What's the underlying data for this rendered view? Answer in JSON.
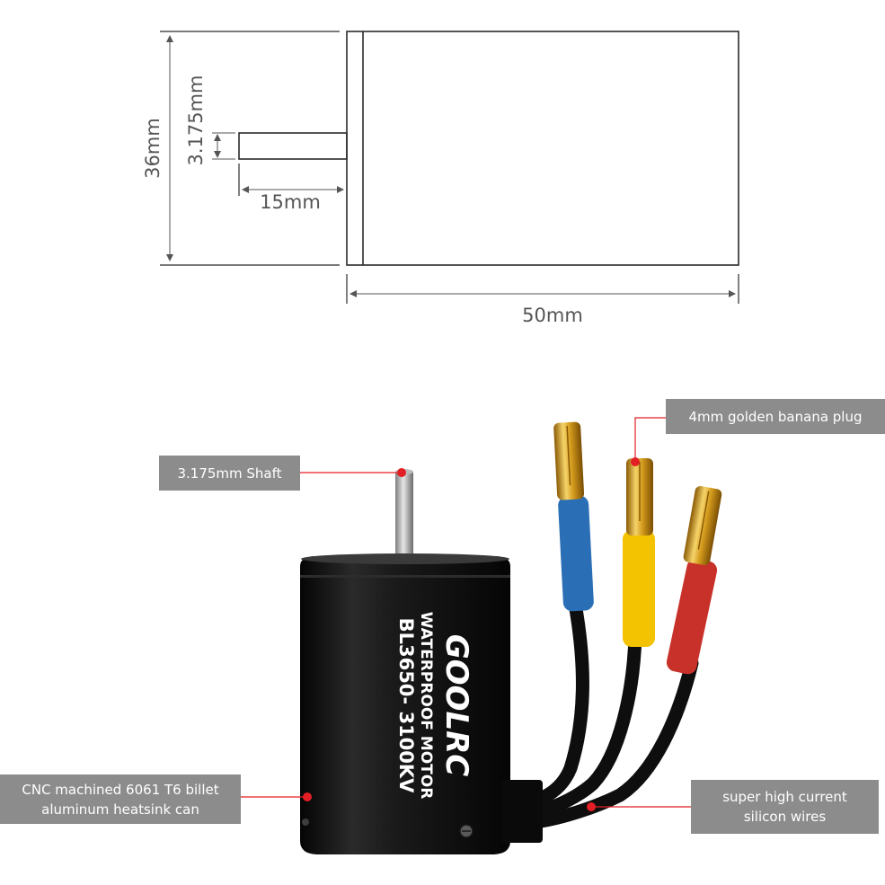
{
  "dimensions": {
    "height_label": "36mm",
    "shaft_diameter_label": "3.175mm",
    "shaft_length_label": "15mm",
    "body_length_label": "50mm"
  },
  "callouts": {
    "shaft": "3.175mm Shaft",
    "plug": "4mm golden banana plug",
    "can_line1": "CNC machined 6061 T6 billet",
    "can_line2": "aluminum heatsink can",
    "wires_line1": "super high current",
    "wires_line2": "silicon wires"
  },
  "motor_label": {
    "brand": "GOOLRC",
    "line1": "WATERPROOF MOTOR",
    "line2": "BL3650- 3100KV"
  },
  "colors": {
    "callout_bg": "#8c8c8c",
    "callout_dot": "#e31e24",
    "wire_blue": "#2a6fb5",
    "wire_yellow": "#f3c200",
    "wire_red": "#c8312a",
    "motor_body": "#141414",
    "plug_gold": "#d9a21e"
  }
}
